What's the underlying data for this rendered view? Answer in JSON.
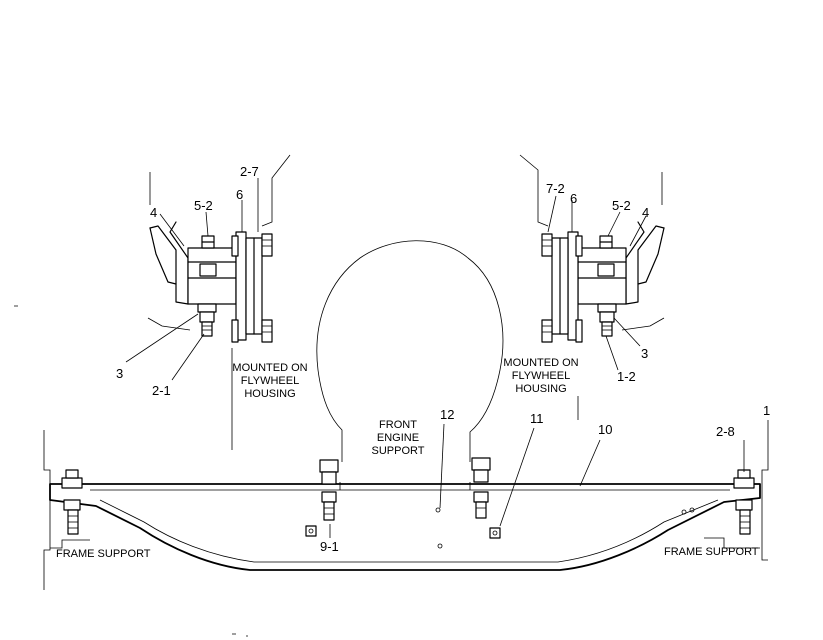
{
  "callouts": {
    "c_2_7": "2-7",
    "c_6_left": "6",
    "c_4_left": "4",
    "c_5_2_left": "5-2",
    "c_3_left": "3",
    "c_2_1": "2-1",
    "c_7_2": "7-2",
    "c_6_right": "6",
    "c_5_2_right": "5-2",
    "c_4_right": "4",
    "c_3_right": "3",
    "c_1_2": "1-2",
    "c_12": "12",
    "c_11": "11",
    "c_10": "10",
    "c_1": "1",
    "c_2_8": "2-8",
    "c_9_1": "9-1"
  },
  "notes": {
    "left_mount": [
      "MOUNTED ON",
      "FLYWHEEL",
      "HOUSING"
    ],
    "right_mount": [
      "MOUNTED ON",
      "FLYWHEEL",
      "HOUSING"
    ],
    "front_support": [
      "FRONT",
      "ENGINE",
      "SUPPORT"
    ],
    "frame_support_left": "FRAME SUPPORT",
    "frame_support_right": "FRAME SUPPORT"
  }
}
